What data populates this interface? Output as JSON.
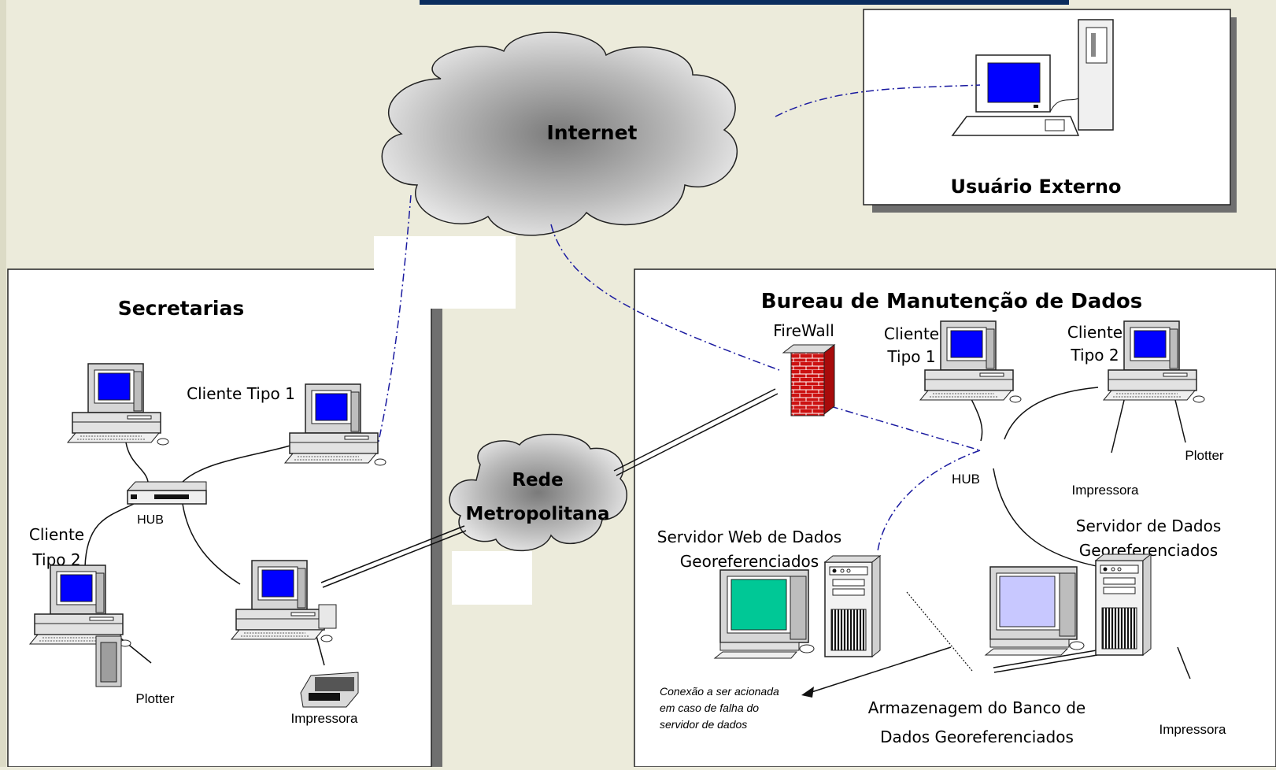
{
  "cloud_internet": {
    "label": "Internet"
  },
  "cloud_metro": {
    "label_line1": "Rede",
    "label_line2": "Metropolitana"
  },
  "external_user": {
    "title": "Usuário Externo"
  },
  "secretarias": {
    "title": "Secretarias",
    "client_type1_label": "Cliente Tipo 1",
    "client_type2_line1": "Cliente",
    "client_type2_line2": "Tipo 2",
    "hub_label": "HUB",
    "plotter_label": "Plotter",
    "printer_label": "Impressora"
  },
  "bureau": {
    "title": "Bureau de Manutenção de Dados",
    "firewall_label": "FireWall",
    "client_type1_line1": "Cliente",
    "client_type1_line2": "Tipo 1",
    "client_type2_line1": "Cliente",
    "client_type2_line2": "Tipo 2",
    "hub_label": "HUB",
    "plotter_label": "Plotter",
    "printer_label_top": "Impressora",
    "printer_label_bottom": "Impressora",
    "web_server_line1": "Servidor Web de Dados",
    "web_server_line2": "Georeferenciados",
    "data_server_line1": "Servidor de Dados",
    "data_server_line2": "Georeferenciados",
    "storage_line1": "Armazenagem do Banco de",
    "storage_line2": "Dados Georeferenciados",
    "failover_line1": "Conexão a ser acionada",
    "failover_line2": "em caso de falha do",
    "failover_line3": "servidor de dados"
  },
  "colors": {
    "background": "#ecebdb",
    "screen_blue": "#0000ff",
    "screen_teal": "#00c896",
    "screen_lavender": "#c8c8ff",
    "firewall_red": "#cc1111",
    "link_blue": "#1a1aa0",
    "header_bar": "#0b2d5e"
  }
}
